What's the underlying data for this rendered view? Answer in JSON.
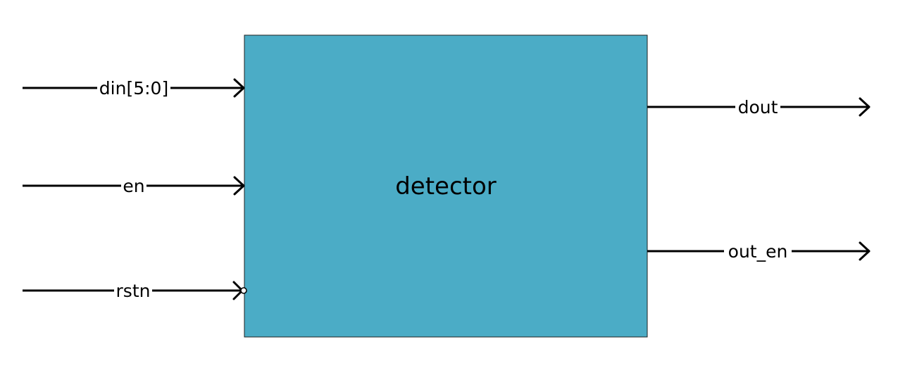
{
  "block": {
    "label": "detector",
    "fill_color": "#4BACC6",
    "border_color": "#1F1F1F"
  },
  "inputs": [
    {
      "label": "din[5:0]",
      "active_low": false
    },
    {
      "label": "en",
      "active_low": false
    },
    {
      "label": "rstn",
      "active_low": true
    }
  ],
  "outputs": [
    {
      "label": "dout"
    },
    {
      "label": "out_en"
    }
  ]
}
